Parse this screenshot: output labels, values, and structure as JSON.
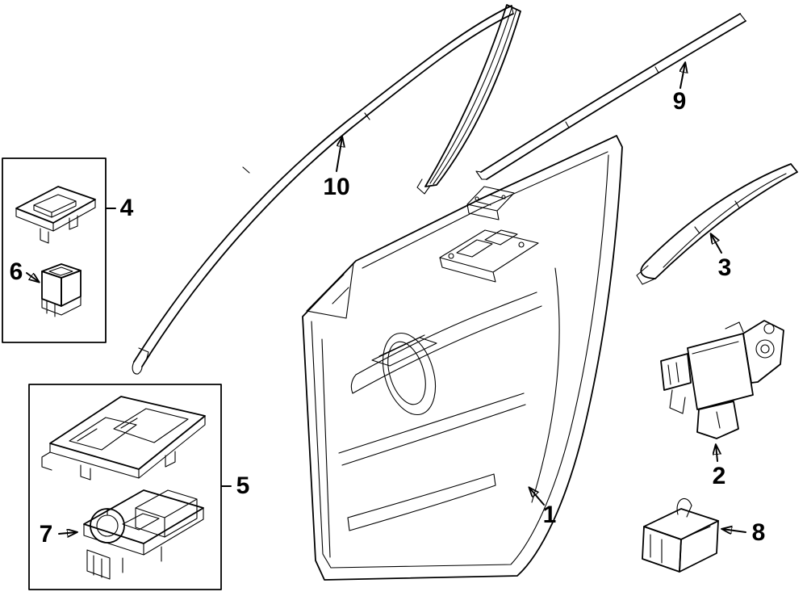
{
  "diagram": {
    "background_color": "#ffffff",
    "line_color": "#000000",
    "callouts": [
      {
        "label": "1"
      },
      {
        "label": "2"
      },
      {
        "label": "3"
      },
      {
        "label": "4"
      },
      {
        "label": "5"
      },
      {
        "label": "6"
      },
      {
        "label": "7"
      },
      {
        "label": "8"
      },
      {
        "label": "9"
      },
      {
        "label": "10"
      }
    ]
  }
}
